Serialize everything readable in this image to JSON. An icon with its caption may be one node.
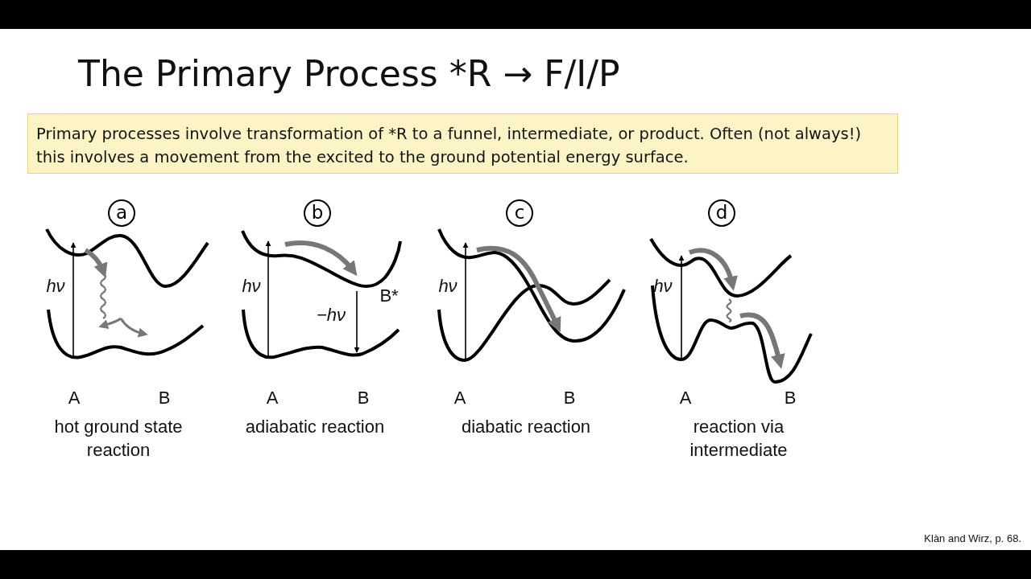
{
  "diagram": {
    "title": "The Primary Process *R → F/I/P",
    "nodes": [
      {
        "text": [
          "Primary processes involve transformation of *R to a funnel, intermediate, or product. Often (not always!) this involves a movement from the excited to the ground potential energy surface."
        ]
      },
      {
        "text": [
          "a"
        ]
      },
      {
        "text": [
          "b"
        ]
      },
      {
        "text": [
          "c"
        ]
      },
      {
        "text": [
          "d"
        ]
      }
    ],
    "labels": [
      "hν",
      "hν",
      "B*",
      "−hν",
      "hν",
      "hν",
      "A",
      "B",
      "A",
      "B",
      "A",
      "B",
      "A",
      "B",
      "hot ground state reaction",
      "adiabatic reaction",
      "diabatic reaction",
      "reaction via intermediate",
      "Klàn and Wirz, p. 68."
    ]
  }
}
